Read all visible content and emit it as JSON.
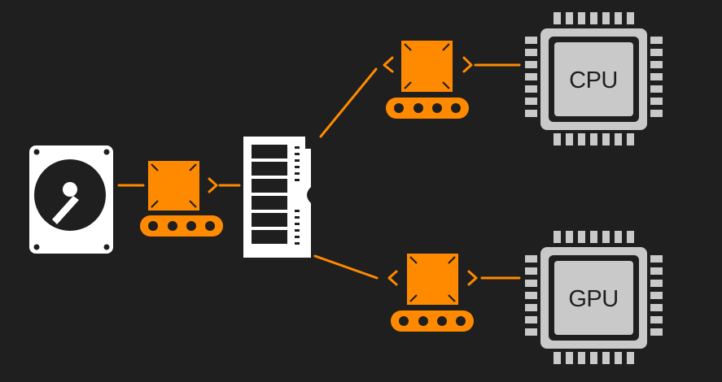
{
  "diagram": {
    "nodes": {
      "hdd": {
        "icon": "hard-drive-icon"
      },
      "ram": {
        "icon": "ram-module-icon"
      },
      "cpu": {
        "icon": "cpu-chip-icon",
        "label": "CPU"
      },
      "gpu": {
        "icon": "gpu-chip-icon",
        "label": "GPU"
      }
    },
    "movers": [
      {
        "icon": "conveyor-box-icon",
        "from": "hdd",
        "to": "ram"
      },
      {
        "icon": "conveyor-box-icon",
        "from": "ram",
        "to": "cpu"
      },
      {
        "icon": "conveyor-box-icon",
        "from": "ram",
        "to": "gpu"
      }
    ],
    "colors": {
      "background": "#1f1f1f",
      "accent": "#ff8a00",
      "icon": "#ffffff",
      "chip": "#c9c9c9"
    }
  }
}
